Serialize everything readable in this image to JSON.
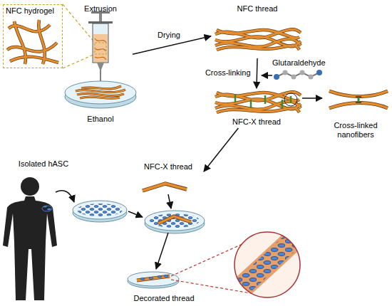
{
  "diagram": {
    "nodes": [
      {
        "text": [
          "NFC hydrogel"
        ]
      },
      {
        "text": [
          "Extrusion",
          "Ethanol"
        ]
      },
      {
        "text": [
          "NFC thread"
        ]
      },
      {
        "text": [
          "NFC-X thread"
        ]
      },
      {
        "text": [
          "Cross-linked nanofibers"
        ]
      },
      {
        "text": [
          "Isolated hASC"
        ]
      },
      {
        "text": [
          "NFC-X thread"
        ]
      },
      {
        "text": [
          "Decorated thread"
        ]
      }
    ],
    "edges": [
      {
        "from": 1,
        "to": 2,
        "label": "Drying",
        "arrow": "to"
      },
      {
        "from": 2,
        "to": 3,
        "label": "Cross-linking",
        "arrow": "to"
      },
      {
        "from": 3,
        "to": 4,
        "arrow": "to"
      },
      {
        "from": 3,
        "to": 6,
        "arrow": "to"
      }
    ],
    "labels": [
      "Glutaraldehyde"
    ]
  }
}
